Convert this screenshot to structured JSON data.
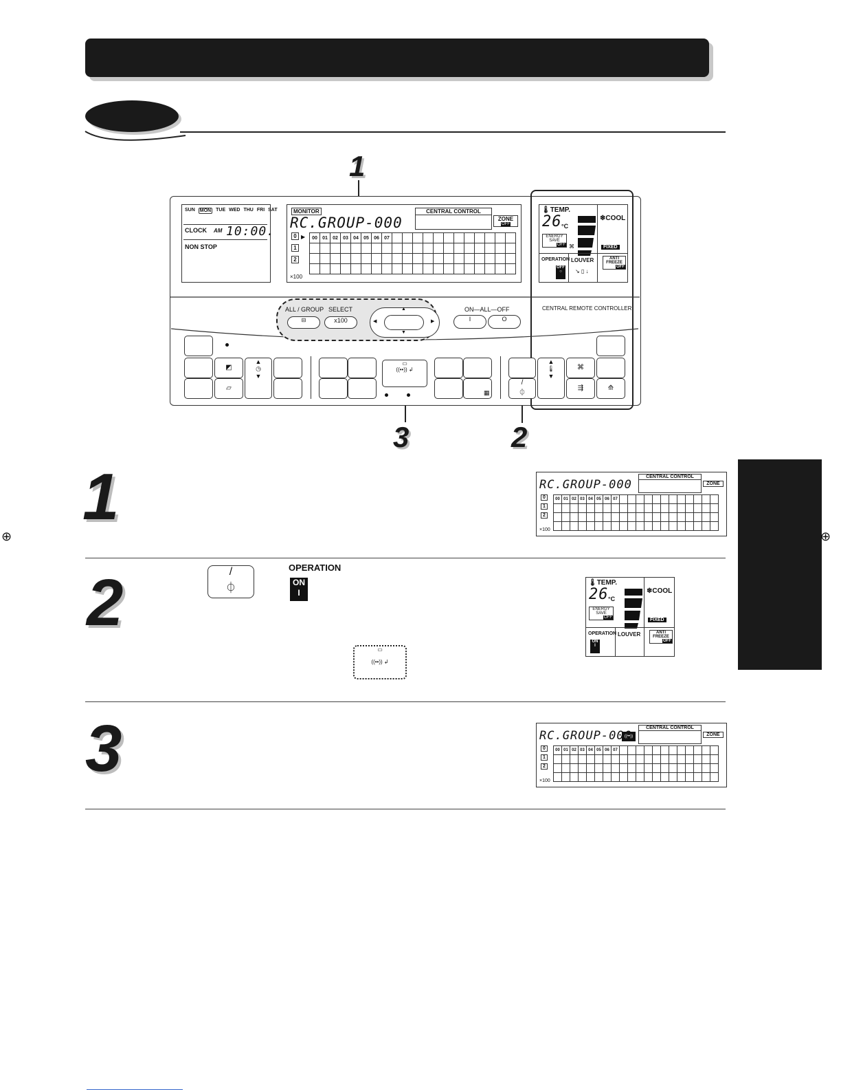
{
  "callouts": [
    "1",
    "3",
    "2"
  ],
  "steps": [
    "1",
    "2",
    "3"
  ],
  "controller": {
    "days": [
      "SUN",
      "MON",
      "TUE",
      "WED",
      "THU",
      "FRI",
      "SAT"
    ],
    "clock_label": "CLOCK",
    "am": "AM",
    "time": "10:00.",
    "nonstop": "NON STOP",
    "monitor": "MONITOR",
    "group_display": "RC.GROUP-000",
    "central_control": "CENTRAL CONTROL",
    "zone": "ZONE",
    "off": "OFF",
    "grid_rows": [
      "0",
      "1",
      "2"
    ],
    "grid_cols": [
      "00",
      "01",
      "02",
      "03",
      "04",
      "05",
      "06",
      "07"
    ],
    "x100": "×100",
    "temp": "TEMP.",
    "temp_value": "26",
    "temp_unit": "°C",
    "cool": "COOL",
    "energy_save": [
      "ENERGY",
      "SAVE"
    ],
    "fixed": "FIXED",
    "operation": "OPERATION",
    "louver": "LOUVER",
    "anti_freeze": [
      "ANTI",
      "FREEZE"
    ],
    "all_group": "ALL / GROUP",
    "select": "SELECT",
    "btn_x100": "x100",
    "on_all_off": "ON—ALL—OFF",
    "central_remote": "CENTRAL REMOTE CONTROLLER"
  },
  "step2": {
    "operation_label": "OPERATION",
    "on": "ON"
  },
  "colors": {
    "dark": "#1a1a1a",
    "shadow": "#c8c8c8",
    "dotted_fill": "#e6e6e6"
  }
}
